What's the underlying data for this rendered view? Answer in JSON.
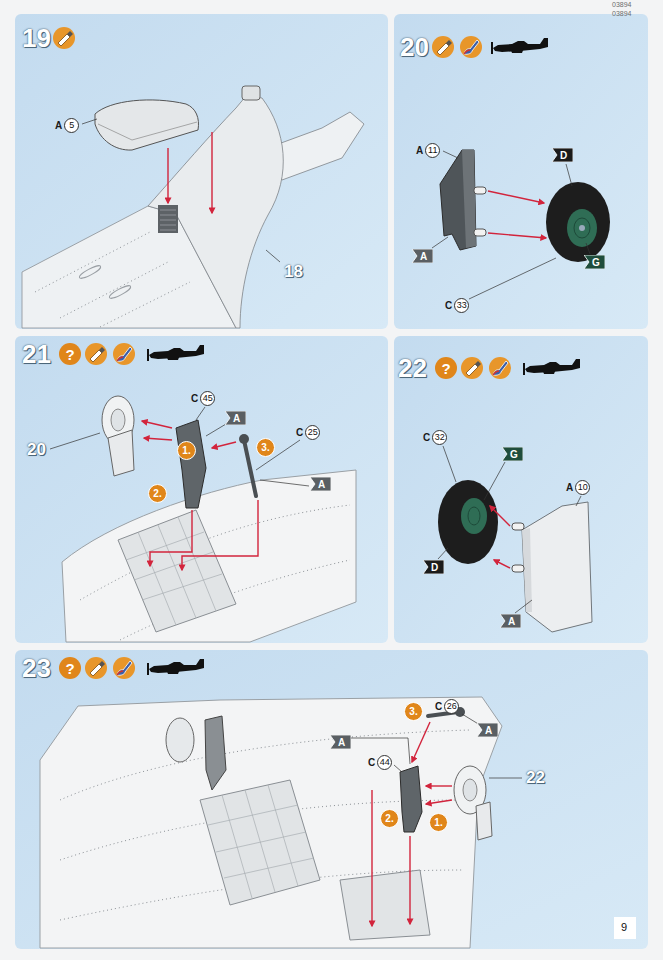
{
  "diagram": {
    "nodes": [
      {
        "text": [
          "19"
        ]
      },
      {
        "text": [
          "A",
          "5"
        ],
        "in": 0
      },
      {
        "text": [
          "20"
        ]
      },
      {
        "text": [
          "A",
          "11"
        ],
        "in": 2
      },
      {
        "text": [
          "D"
        ],
        "in": 2
      },
      {
        "text": [
          "A"
        ],
        "in": 2
      },
      {
        "text": [
          "G"
        ],
        "in": 2
      },
      {
        "text": [
          "C",
          "33"
        ],
        "in": 2
      },
      {
        "text": [
          "21"
        ]
      },
      {
        "text": [
          "?"
        ],
        "in": 8
      },
      {
        "text": [
          "C",
          "45"
        ],
        "in": 8
      },
      {
        "text": [
          "A"
        ],
        "in": 8
      },
      {
        "text": [
          "C",
          "25"
        ],
        "in": 8
      },
      {
        "text": [
          "1."
        ],
        "in": 8
      },
      {
        "text": [
          "3."
        ],
        "in": 8
      },
      {
        "text": [
          "A"
        ],
        "in": 8
      },
      {
        "text": [
          "2."
        ],
        "in": 8
      },
      {
        "text": [
          "22"
        ]
      },
      {
        "text": [
          "?"
        ],
        "in": 17
      },
      {
        "text": [
          "C",
          "32"
        ],
        "in": 17
      },
      {
        "text": [
          "G"
        ],
        "in": 17
      },
      {
        "text": [
          "A",
          "10"
        ],
        "in": 17
      },
      {
        "text": [
          "D"
        ],
        "in": 17
      },
      {
        "text": [
          "A"
        ],
        "in": 17
      },
      {
        "text": [
          "23"
        ]
      },
      {
        "text": [
          "?"
        ],
        "in": 24
      },
      {
        "text": [
          "C",
          "26"
        ],
        "in": 24
      },
      {
        "text": [
          "3."
        ],
        "in": 24
      },
      {
        "text": [
          "A"
        ],
        "in": 24
      },
      {
        "text": [
          "A"
        ],
        "in": 24
      },
      {
        "text": [
          "C",
          "44"
        ],
        "in": 24
      },
      {
        "text": [
          "2."
        ],
        "in": 24
      },
      {
        "text": [
          "1."
        ],
        "in": 24
      }
    ],
    "labels": [
      "03894",
      "03894",
      "18",
      "20",
      "22",
      "9"
    ]
  }
}
